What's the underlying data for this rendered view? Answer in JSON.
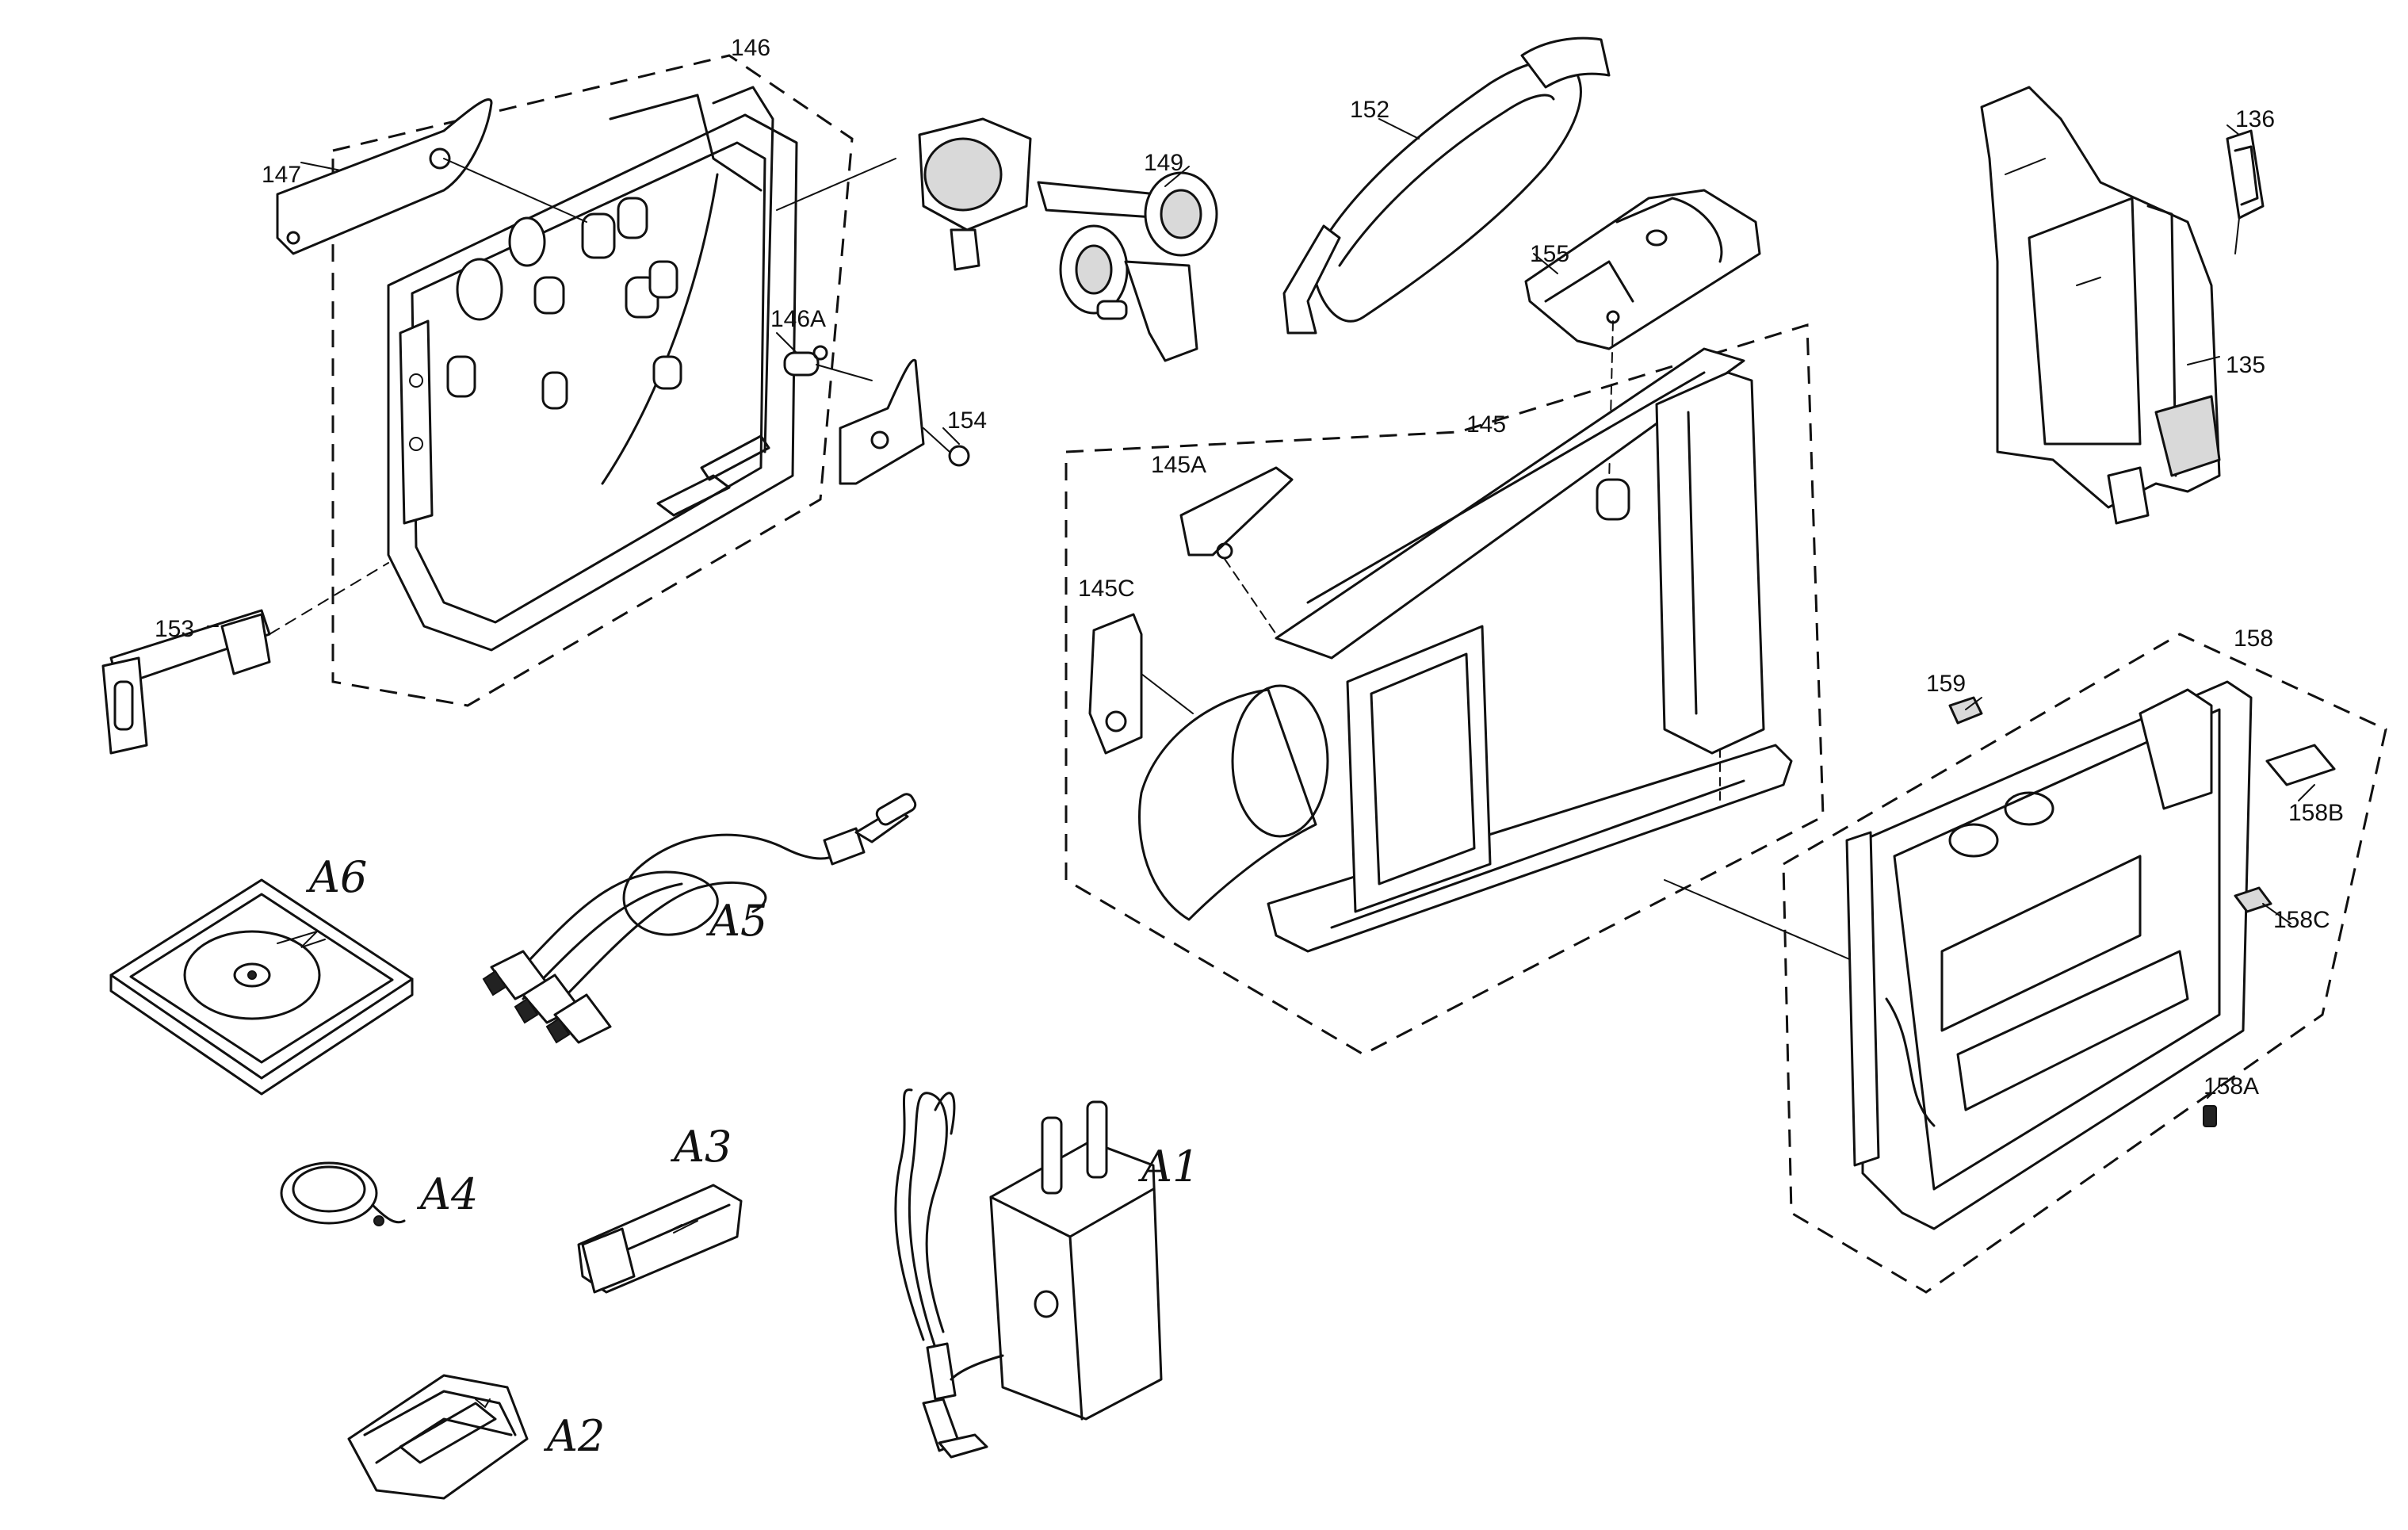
{
  "labels": {
    "p135": "135",
    "p136": "136",
    "p145": "145",
    "p145A": "145A",
    "p145C": "145C",
    "p146": "146",
    "p146A": "146A",
    "p147": "147",
    "p149": "149",
    "p152": "152",
    "p153": "153",
    "p154": "154",
    "p155": "155",
    "p158": "158",
    "p158A": "158A",
    "p158B": "158B",
    "p158C": "158C",
    "p159": "159",
    "a1": "A1",
    "a2": "A2",
    "a3": "A3",
    "a4": "A4",
    "a5": "A5",
    "a6": "A6"
  }
}
